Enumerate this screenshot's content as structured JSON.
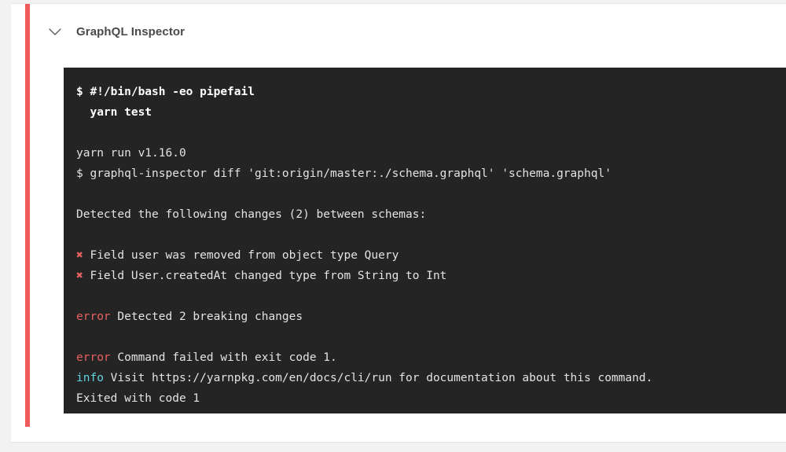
{
  "step": {
    "title": "GraphQL Inspector",
    "chevron_icon": "chevron-down-icon",
    "status_color": "#ef5b5b"
  },
  "terminal": {
    "background": "#242424",
    "text_color": "#e3e3e3",
    "error_color": "#e8615f",
    "info_color": "#5fd3e0",
    "lines": [
      {
        "kind": "bold",
        "text": "$ #!/bin/bash -eo pipefail"
      },
      {
        "kind": "bold",
        "text": "  yarn test"
      },
      {
        "kind": "blank",
        "text": ""
      },
      {
        "kind": "plain",
        "text": "yarn run v1.16.0"
      },
      {
        "kind": "plain",
        "text": "$ graphql-inspector diff 'git:origin/master:./schema.graphql' 'schema.graphql'"
      },
      {
        "kind": "blank",
        "text": ""
      },
      {
        "kind": "plain",
        "text": "Detected the following changes (2) between schemas:"
      },
      {
        "kind": "blank",
        "text": ""
      },
      {
        "kind": "cross",
        "prefix": "✖",
        "text": " Field user was removed from object type Query"
      },
      {
        "kind": "cross",
        "prefix": "✖",
        "text": " Field User.createdAt changed type from String to Int"
      },
      {
        "kind": "blank",
        "text": ""
      },
      {
        "kind": "error",
        "prefix": "error",
        "text": " Detected 2 breaking changes"
      },
      {
        "kind": "blank",
        "text": ""
      },
      {
        "kind": "error",
        "prefix": "error",
        "text": " Command failed with exit code 1."
      },
      {
        "kind": "info",
        "prefix": "info",
        "text": " Visit https://yarnpkg.com/en/docs/cli/run for documentation about this command."
      },
      {
        "kind": "plain",
        "text": "Exited with code 1"
      }
    ]
  }
}
